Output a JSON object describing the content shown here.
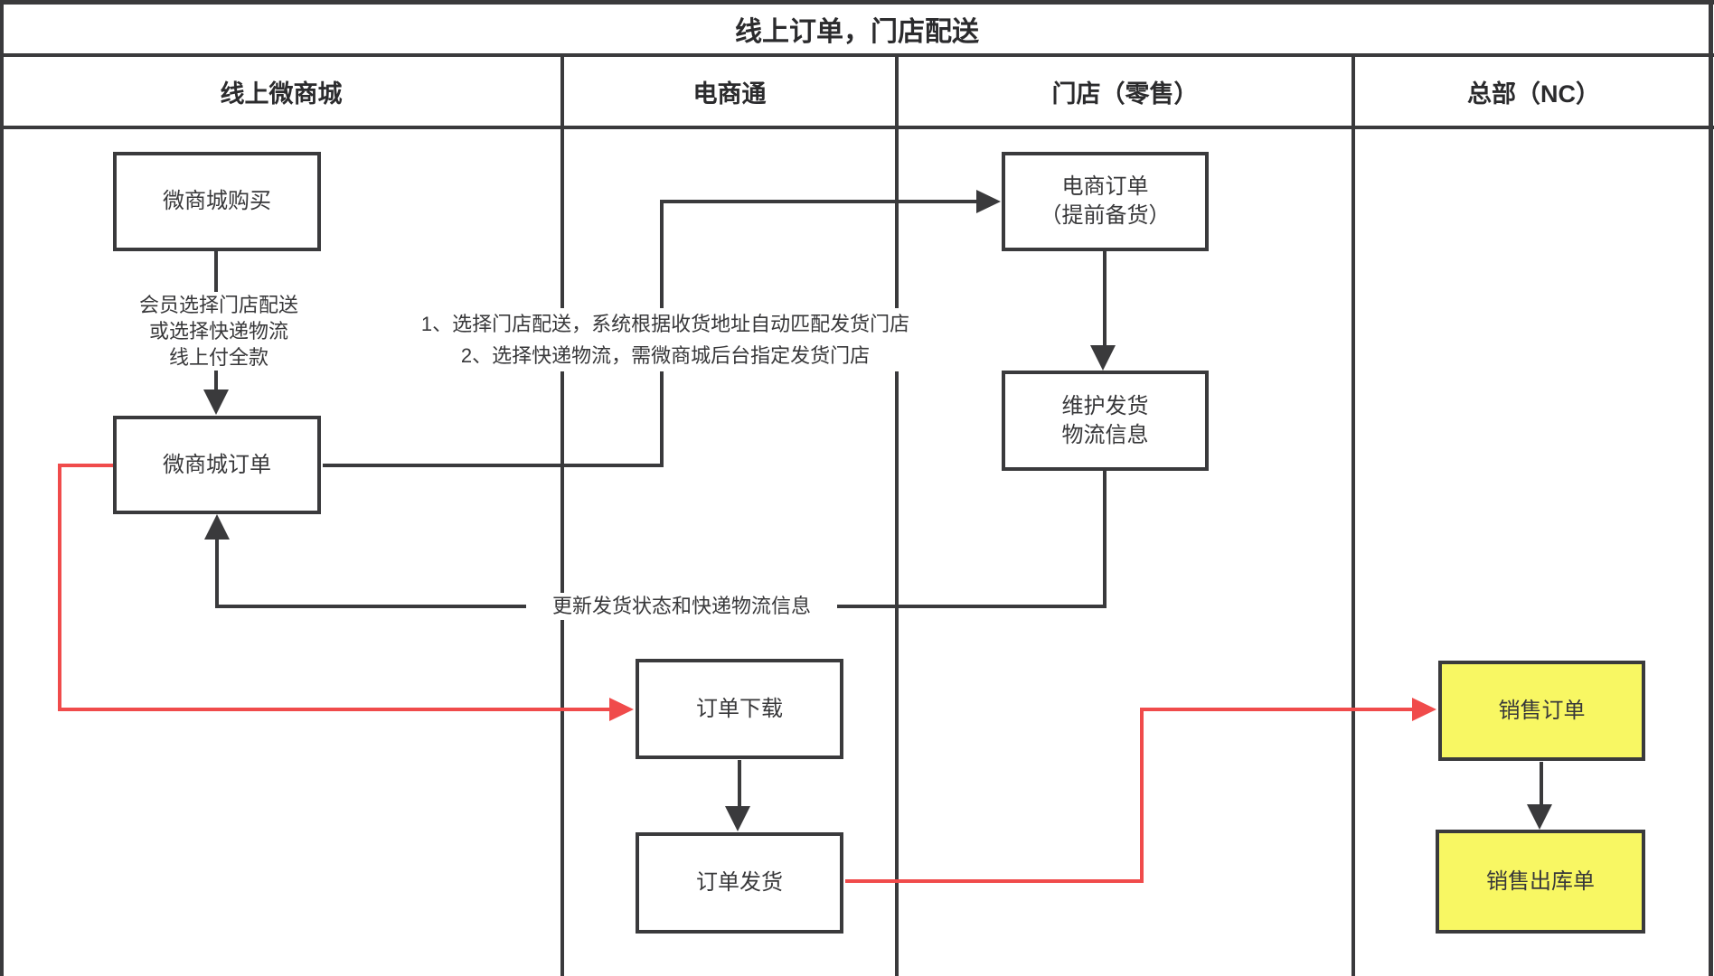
{
  "title": "线上订单，门店配送",
  "lanes": [
    {
      "label": "线上微商城"
    },
    {
      "label": "电商通"
    },
    {
      "label": "门店（零售）"
    },
    {
      "label": "总部（NC）"
    }
  ],
  "nodes": {
    "weishop_buy": {
      "label": "微商城购买"
    },
    "weishop_order": {
      "label": "微商城订单"
    },
    "ec_order": {
      "line1": "电商订单",
      "line2": "（提前备货）"
    },
    "maintain": {
      "line1": "维护发货",
      "line2": "物流信息"
    },
    "order_download": {
      "label": "订单下载"
    },
    "order_ship": {
      "label": "订单发货"
    },
    "sale_order": {
      "label": "销售订单"
    },
    "sale_outbound": {
      "label": "销售出库单"
    }
  },
  "annotations": {
    "member_choice": [
      "会员选择门店配送",
      "或选择快递物流",
      "线上付全款"
    ],
    "rule1": "1、选择门店配送，系统根据收货地址自动匹配发货门店",
    "rule2": "2、选择快递物流，需微商城后台指定发货门店",
    "update_status": "更新发货状态和快递物流信息"
  },
  "colors": {
    "line": "#3A3A3C",
    "red": "#F04B4B",
    "yellow": "#F8F763"
  }
}
